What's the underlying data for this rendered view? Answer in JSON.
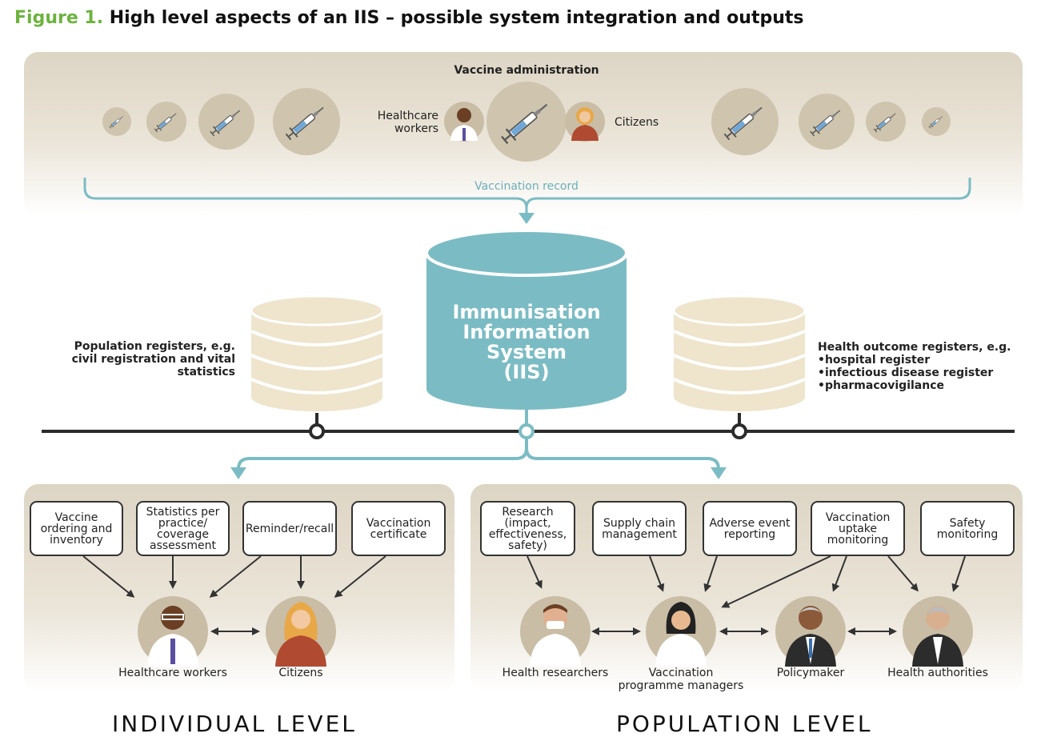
{
  "figure": {
    "number": "Figure 1.",
    "title": "High level aspects of an IIS – possible system integration and outputs"
  },
  "top": {
    "vaccine_admin": "Vaccine administration",
    "healthcare_workers": "Healthcare\nworkers",
    "citizens": "Citizens",
    "vaccination_record": "Vaccination record"
  },
  "iis": {
    "title": "Immunisation\nInformation\nSystem\n(IIS)"
  },
  "population_registers": "Population registers, e.g.\ncivil registration and vital\nstatistics",
  "health_outcome": {
    "title": "Health outcome registers, e.g.",
    "items": [
      "hospital register",
      "infectious disease register",
      "pharmacovigilance"
    ]
  },
  "individual": {
    "boxes": [
      "Vaccine\nordering and\ninventory",
      "Statistics per\npractice/\ncoverage\nassessment",
      "Reminder/recall",
      "Vaccination\ncertificate"
    ],
    "actors": [
      "Healthcare workers",
      "Citizens"
    ],
    "level": "INDIVIDUAL LEVEL"
  },
  "population": {
    "boxes": [
      "Research\n(impact,\neffectiveness,\nsafety)",
      "Supply chain\nmanagement",
      "Adverse event\nreporting",
      "Vaccination\nuptake\nmonitoring",
      "Safety\nmonitoring"
    ],
    "actors": [
      "Health researchers",
      "Vaccination\nprogramme managers",
      "Policymaker",
      "Health authorities"
    ],
    "level": "POPULATION LEVEL"
  },
  "colors": {
    "teal": "#7bbcc4",
    "tan": "#c9bda6",
    "db_beige": "#efe4cc",
    "green": "#6db33f"
  },
  "icons": [
    "syringe-icon",
    "database-icon",
    "person-icon",
    "arrow-icon"
  ]
}
